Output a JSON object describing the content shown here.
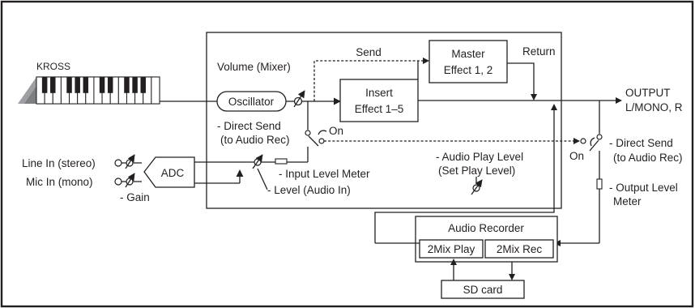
{
  "labels": {
    "kross": "KROSS",
    "volume_mixer": "Volume (Mixer)",
    "send": "Send",
    "return": "Return",
    "master_effect_line1": "Master",
    "master_effect_line2": "Effect 1, 2",
    "insert_effect_line1": "Insert",
    "insert_effect_line2": "Effect 1–5",
    "oscillator": "Oscillator",
    "output_line1": "OUTPUT",
    "output_line2": "L/MONO, R",
    "direct_send_left_line1": "- Direct Send",
    "direct_send_left_line2": "(to Audio Rec)",
    "on_left": "On",
    "on_right": "On",
    "direct_send_right_line1": "- Direct Send",
    "direct_send_right_line2": "(to Audio Rec)",
    "line_in": "Line In (stereo)",
    "mic_in": "Mic In (mono)",
    "adc": "ADC",
    "gain": "- Gain",
    "input_level_meter": "- Input Level Meter",
    "level_audio_in": "- Level (Audio In)",
    "audio_play_level_line1": "- Audio Play Level",
    "audio_play_level_line2": "(Set Play Level)",
    "output_level_meter_line1": "- Output Level",
    "output_level_meter_line2": "Meter",
    "audio_recorder": "Audio Recorder",
    "mix_play": "2Mix Play",
    "mix_rec": "2Mix Rec",
    "sd_card": "SD card"
  }
}
